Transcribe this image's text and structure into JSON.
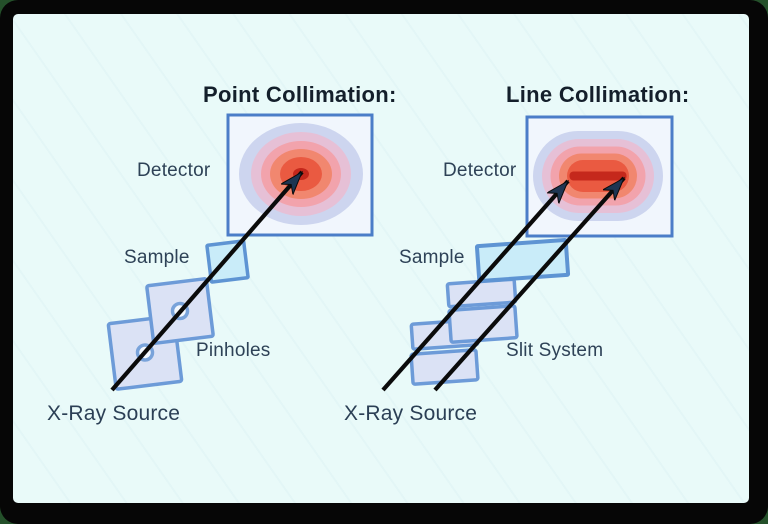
{
  "panels": [
    {
      "title": "Point Collimation:",
      "labels": {
        "detector": "Detector",
        "sample": "Sample",
        "optics": "Pinholes",
        "source": "X-Ray Source"
      }
    },
    {
      "title": "Line Collimation:",
      "labels": {
        "detector": "Detector",
        "sample": "Sample",
        "optics": "Slit System",
        "source": "X-Ray Source"
      }
    }
  ],
  "colors": {
    "canvas_bg": "#e9faf9",
    "frame": "#060606",
    "frame_edge_green": "#24502a",
    "component_fill": "#dbe2f5",
    "component_border": "#6d9bd8",
    "aperture_fill": "#f3f8fe",
    "aperture_ring": "#79a3da",
    "sample_fill": "#c9ecf9",
    "sample_border": "#5e94d3",
    "detector_box_fill": "#f1f6fd",
    "detector_box_border": "#4b7dc8",
    "beam": "#0b0b0b",
    "arrowhead": "#1e3552",
    "scatter_rings": [
      "#cdd5ef",
      "#e6c0d6",
      "#f2a3ac",
      "#f1876f",
      "#ea5a41",
      "#c5281c"
    ]
  }
}
